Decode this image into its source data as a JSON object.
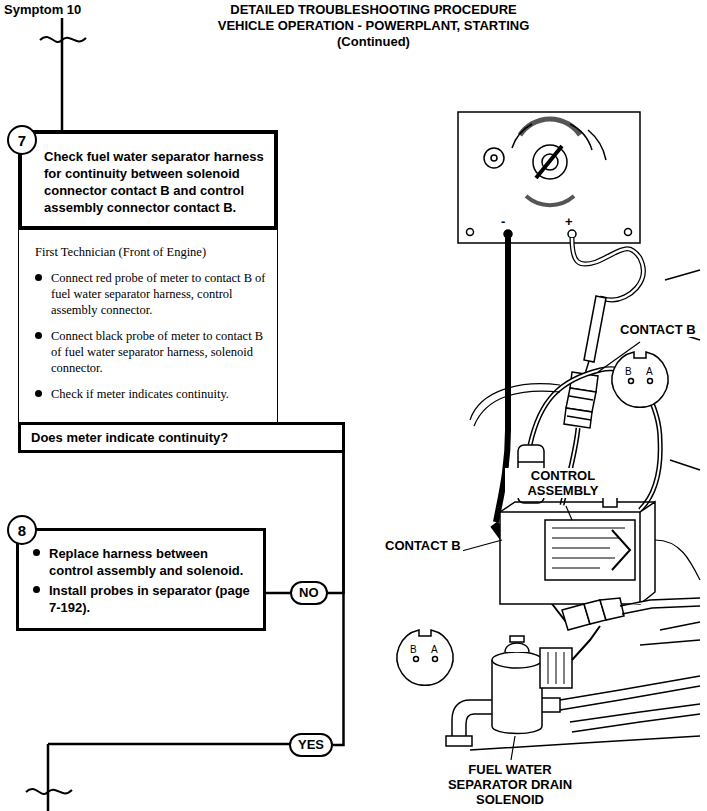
{
  "diagram": {
    "title": "DETAILED TROUBLESHOOTING PROCEDURE",
    "nodes": [
      {
        "text": [
          "7"
        ]
      },
      {
        "text": [
          "Check fuel water separator harness for continuity between solenoid connector contact B and control assembly connector contact B.",
          "First Technician (Front of Engine)",
          "Connect red probe of meter to contact B of fuel water separator harness, control assembly connector.",
          "Connect black probe of meter to contact B of fuel water separator harness, solenoid connector.",
          "Check if meter indicates continuity.",
          "Does meter indicate continuity?"
        ]
      },
      {
        "text": [
          "8"
        ]
      },
      {
        "text": [
          "Replace harness between control assembly and solenoid.",
          "Install probes in separator (page 7-192)."
        ]
      },
      {
        "text": [
          "NO"
        ]
      },
      {
        "text": [
          "YES"
        ]
      }
    ],
    "edges": [
      {
        "from": 1,
        "to": 4,
        "arrow": "none"
      },
      {
        "from": 4,
        "to": 3,
        "arrow": "none"
      },
      {
        "from": 1,
        "to": 5,
        "arrow": "none"
      }
    ],
    "labels": [
      "Symptom 10",
      "VEHICLE OPERATION - POWERPLANT, STARTING",
      "(Continued)",
      "-",
      "+",
      "CONTACT B",
      "B",
      "A",
      "CONTROL ASSEMBLY",
      "CONTACT B",
      "B",
      "A",
      "FUEL WATER SEPARATOR DRAIN SOLENOID"
    ]
  }
}
